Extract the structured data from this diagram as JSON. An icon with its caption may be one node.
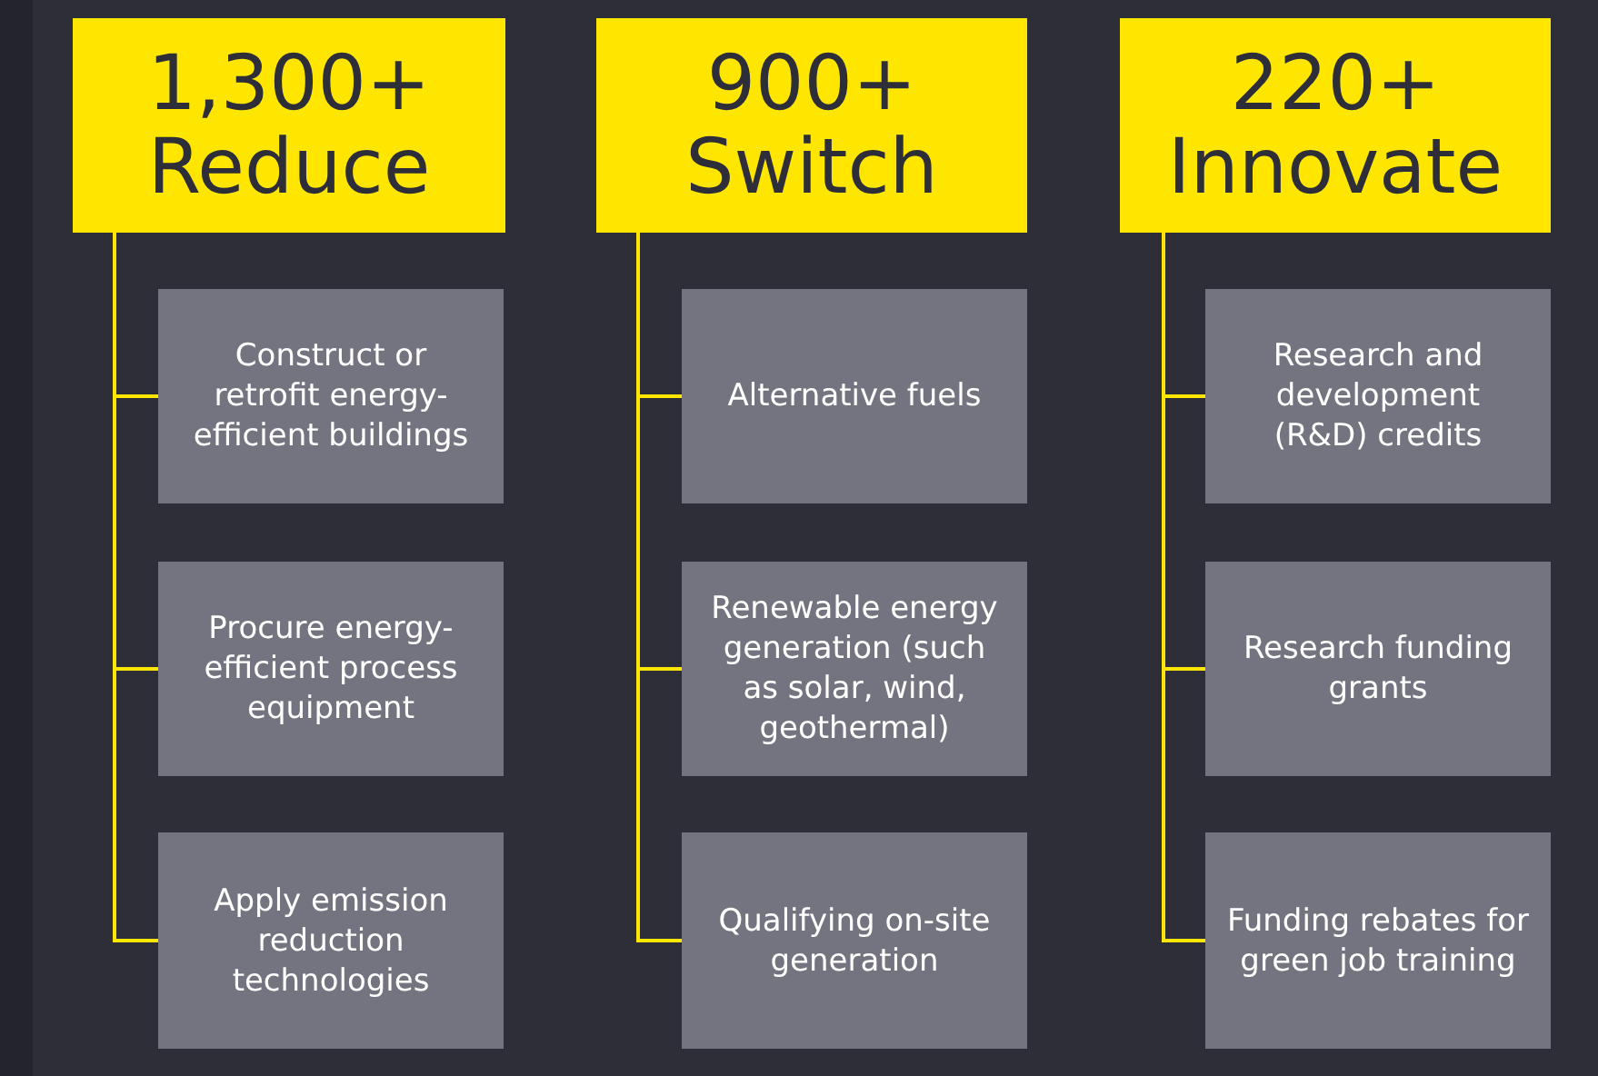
{
  "diagram": {
    "nodes": [
      {
        "text": [
          "1,300+",
          "Reduce"
        ]
      },
      {
        "text": [
          "Construct or retrofit energy-efficient buildings"
        ]
      },
      {
        "text": [
          "Procure energy-efficient process equipment"
        ]
      },
      {
        "text": [
          "Apply emission reduction technologies"
        ]
      },
      {
        "text": [
          "900+",
          "Switch"
        ]
      },
      {
        "text": [
          "Alternative fuels"
        ]
      },
      {
        "text": [
          "Renewable energy generation (such as solar, wind, geothermal)"
        ]
      },
      {
        "text": [
          "Qualifying on-site generation"
        ]
      },
      {
        "text": [
          "220+",
          "Innovate"
        ]
      },
      {
        "text": [
          "Research and development (R&D) credits"
        ]
      },
      {
        "text": [
          "Research funding grants"
        ]
      },
      {
        "text": [
          "Funding rebates for green job training"
        ]
      }
    ],
    "edges": [
      {
        "from": 0,
        "to": 1,
        "arrow": "none"
      },
      {
        "from": 0,
        "to": 2,
        "arrow": "none"
      },
      {
        "from": 0,
        "to": 3,
        "arrow": "none"
      },
      {
        "from": 4,
        "to": 5,
        "arrow": "none"
      },
      {
        "from": 4,
        "to": 6,
        "arrow": "none"
      },
      {
        "from": 4,
        "to": 7,
        "arrow": "none"
      },
      {
        "from": 8,
        "to": 9,
        "arrow": "none"
      },
      {
        "from": 8,
        "to": 10,
        "arrow": "none"
      },
      {
        "from": 8,
        "to": 11,
        "arrow": "none"
      }
    ]
  }
}
